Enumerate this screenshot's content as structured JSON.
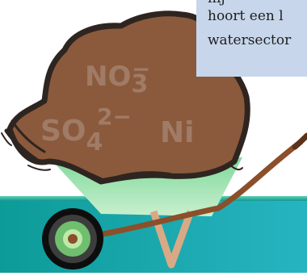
{
  "caption": {
    "line1": "hij",
    "line2": "hoort een l",
    "line3": "watersector"
  },
  "labels": {
    "nitrate": {
      "base": "NO",
      "sub": "3",
      "sup": "−"
    },
    "sulfate": {
      "base": "SO",
      "sub": "4",
      "sup": "2−"
    },
    "nickel": "Ni"
  },
  "colors": {
    "soil": "#8b5a3c",
    "soil_dark": "#3a2a22",
    "label": "#a07b66",
    "ground_teal": "#16a5a5",
    "light_green": "#9ee0a6",
    "caption_bg": "#c7d6ea",
    "handle": "#8b4f2a",
    "wheel_green": "#6fbf6f"
  }
}
